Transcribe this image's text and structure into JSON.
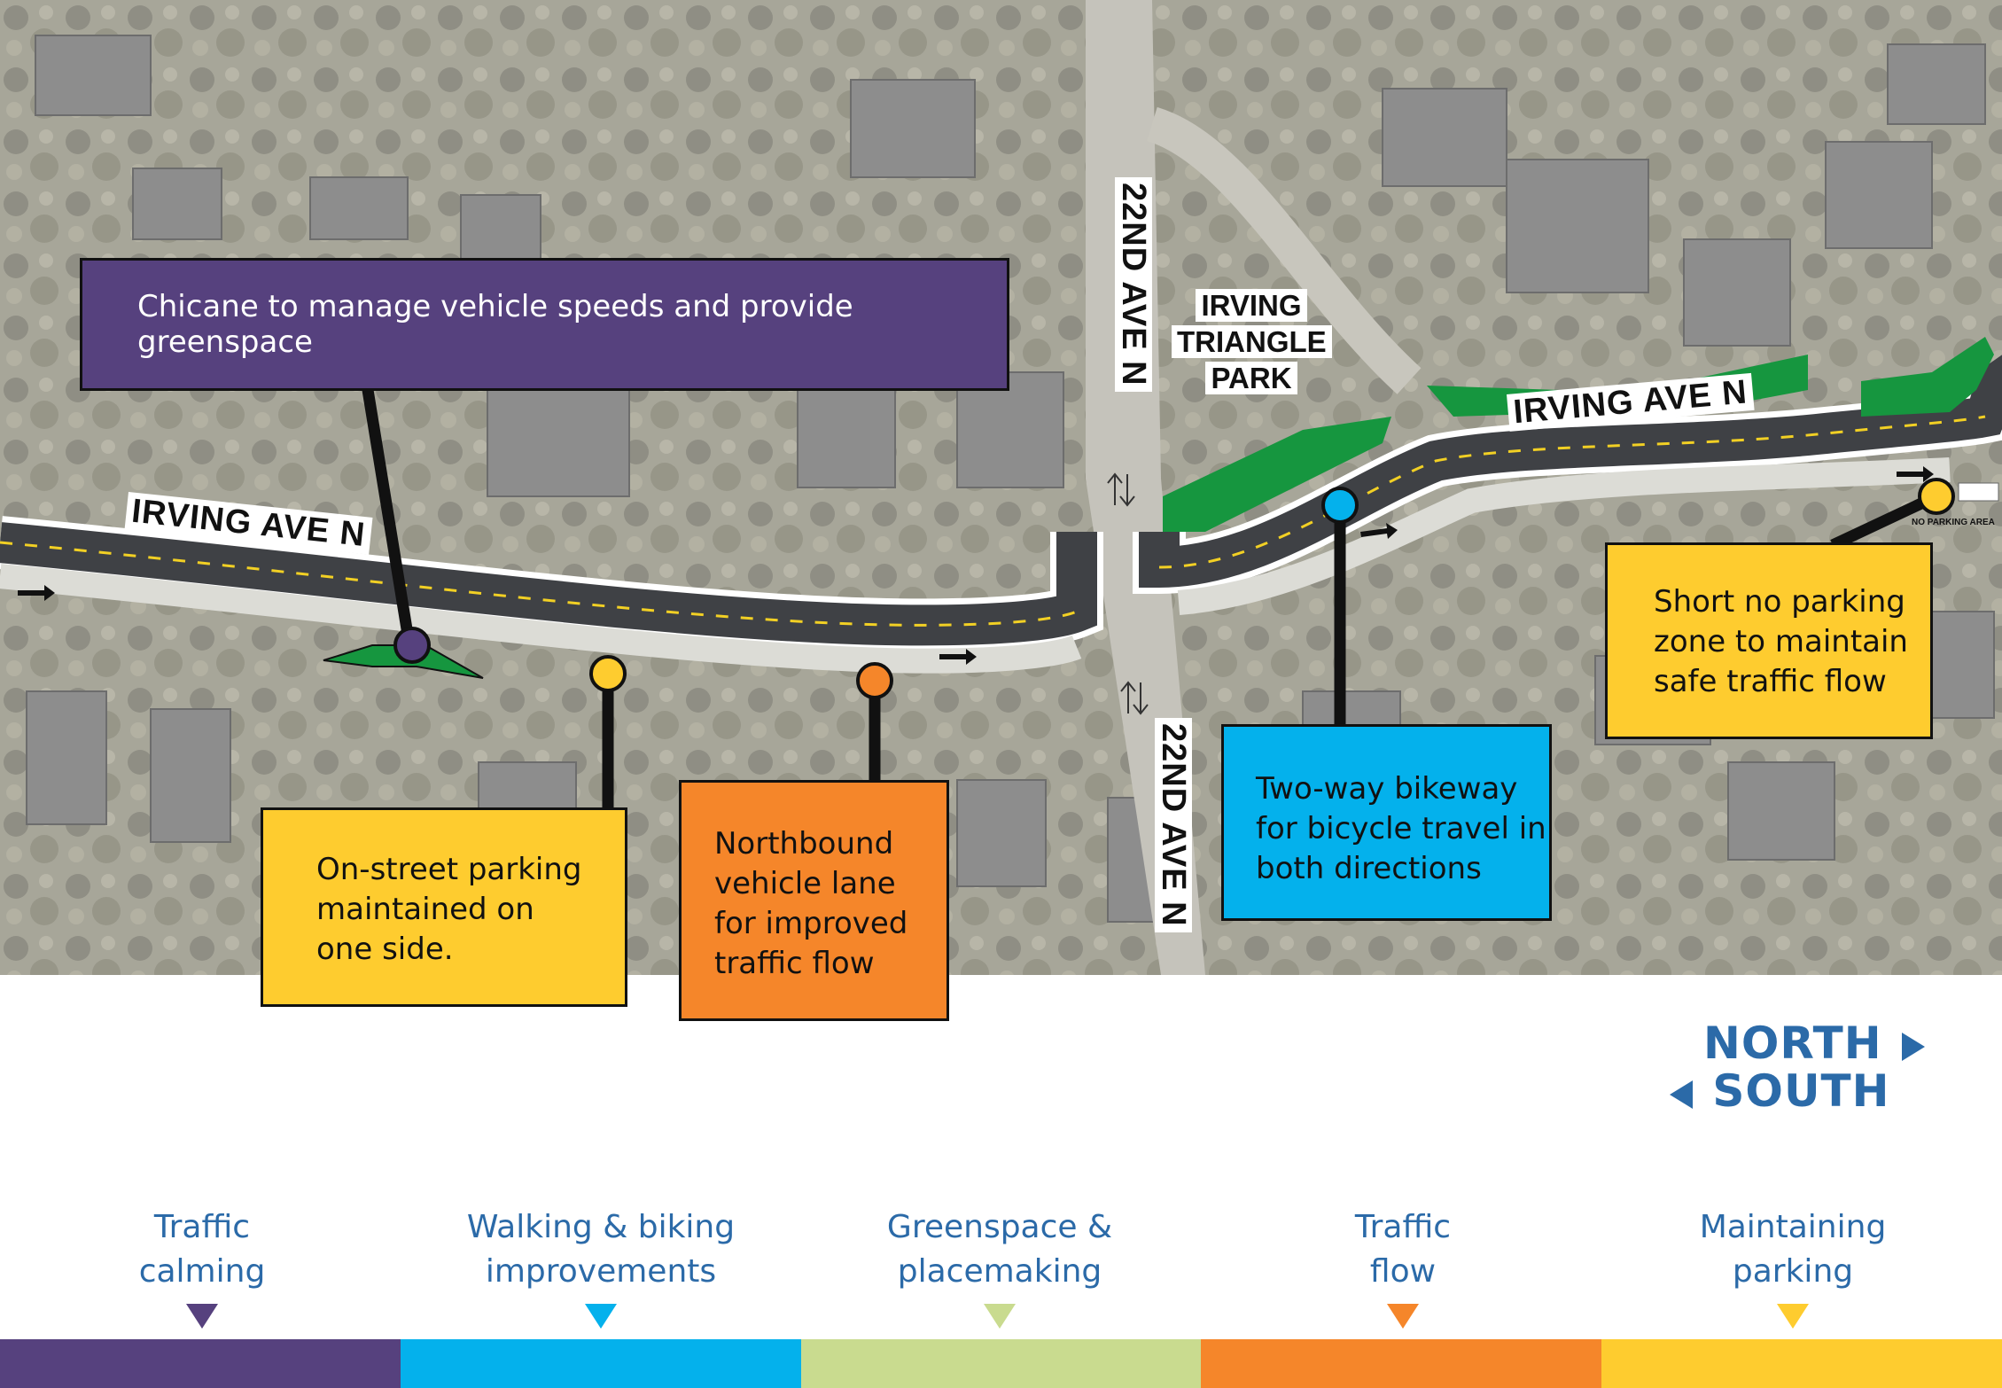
{
  "map": {
    "callouts": [
      {
        "id": "chicane",
        "text": "Chicane to manage vehicle speeds and provide greenspace",
        "color": "#56417e"
      },
      {
        "id": "parking",
        "text": "On-street parking\nmaintained on\none side.",
        "color": "#fecc2f"
      },
      {
        "id": "northbound",
        "text": "Northbound\nvehicle lane\nfor improved\ntraffic flow",
        "color": "#f5862a"
      },
      {
        "id": "bikeway",
        "text": "Two-way bikeway\nfor bicycle travel in\nboth directions",
        "color": "#04b1ec"
      },
      {
        "id": "no_parking",
        "text": "Short no parking\nzone to maintain\nsafe traffic flow",
        "color": "#fecc2f"
      }
    ],
    "streets": {
      "irving_left": "IRVING AVE N",
      "irving_right": "IRVING AVE N",
      "twenty_second_top": "22ND AVE N",
      "twenty_second_bottom": "22ND AVE N"
    },
    "park": {
      "line1": "IRVING",
      "line2": "TRIANGLE",
      "line3": "PARK"
    },
    "no_parking_area_label": "NO PARKING AREA"
  },
  "compass": {
    "north": "NORTH",
    "south": "SOUTH"
  },
  "legend": [
    {
      "label": "Traffic\ncalming",
      "color": "#56417e"
    },
    {
      "label": "Walking & biking\nimprovements",
      "color": "#04b1ec"
    },
    {
      "label": "Greenspace &\nplacemaking",
      "color": "#c9db8f"
    },
    {
      "label": "Traffic\nflow",
      "color": "#f5862a"
    },
    {
      "label": "Maintaining\nparking",
      "color": "#fecc2f"
    }
  ],
  "colors": {
    "road": "#3f4145",
    "green": "#16963f",
    "lane_dash": "#f2d024",
    "accent_blue": "#2b6aa8"
  }
}
